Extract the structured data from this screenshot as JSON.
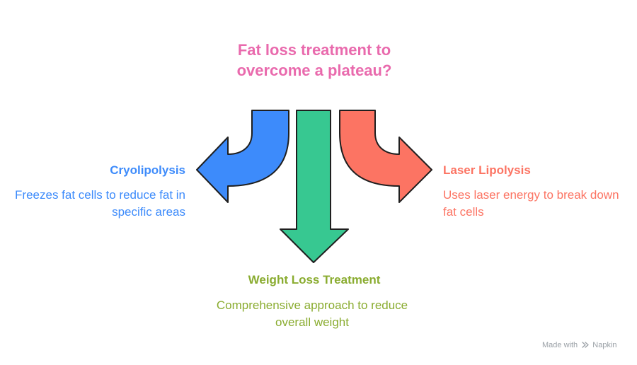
{
  "title": "Fat loss treatment  to\novercome a plateau?",
  "colors": {
    "title": "#e96aad",
    "left": "#3d8bfb",
    "center": "#37c891",
    "right": "#fc7463",
    "center_text": "#8aac30",
    "stroke": "#1f1f1f"
  },
  "options": {
    "left": {
      "heading": "Cryolipolysis",
      "description": "Freezes fat cells to reduce fat in specific areas"
    },
    "center": {
      "heading": "Weight Loss Treatment",
      "description": "Comprehensive approach to reduce overall weight"
    },
    "right": {
      "heading": "Laser Lipolysis",
      "description": "Uses laser energy to break down fat cells"
    }
  },
  "footer": {
    "prefix": "Made with",
    "brand": "Napkin",
    "icon": "napkin-logo-icon"
  }
}
